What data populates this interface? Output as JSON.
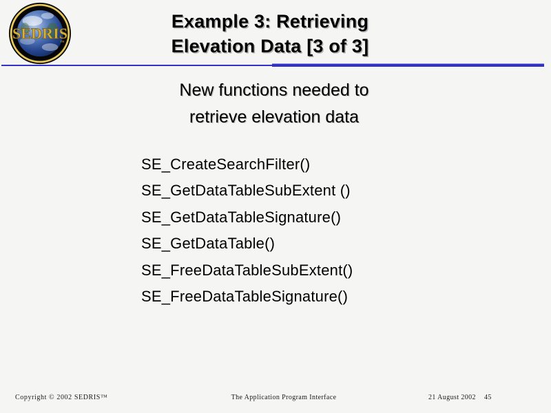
{
  "slide": {
    "logo": {
      "text": "SEDRIS",
      "trademark": "™"
    },
    "title_line1": "Example 3: Retrieving",
    "title_line2": "Elevation Data [3 of 3]",
    "subtitle_line1": "New functions needed to",
    "subtitle_line2": "retrieve elevation data",
    "functions": [
      "SE_CreateSearchFilter()",
      "SE_GetDataTableSubExtent ()",
      "SE_GetDataTableSignature()",
      "SE_GetDataTable()",
      "SE_FreeDataTableSubExtent()",
      "SE_FreeDataTableSignature()"
    ],
    "footer": {
      "copyright": "Copyright © 2002 SEDRIS™",
      "center": "The Application Program Interface",
      "date": "21 August 2002",
      "slide_number": "45"
    },
    "colors": {
      "rule_blue": "#3232c8",
      "background": "#f5f5f4",
      "logo_gold": "#d9b23c"
    }
  }
}
